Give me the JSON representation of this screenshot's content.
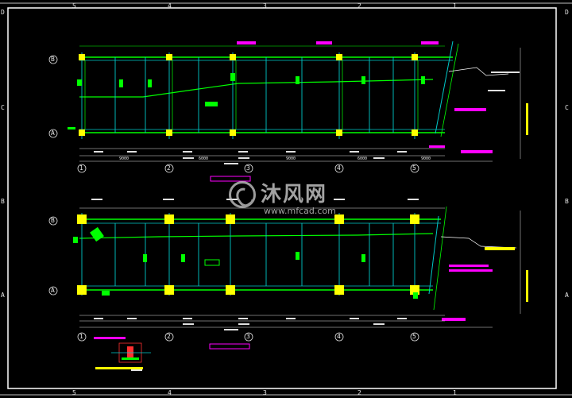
{
  "frame": {
    "top_labels": [
      "5",
      "4",
      "3",
      "2",
      "1"
    ],
    "left_labels": [
      "D",
      "C",
      "B",
      "A"
    ],
    "right_labels": [
      "D",
      "C",
      "B",
      "A"
    ]
  },
  "plans": {
    "axis_numbers": [
      "1",
      "2",
      "3",
      "4",
      "5"
    ],
    "row_axis": [
      "B",
      "A"
    ],
    "bottom_dims": [
      "9000",
      "6000",
      "9000",
      "6000",
      "9000"
    ]
  },
  "watermark": {
    "brand": "沐风网",
    "url": "www.mfcad.com"
  },
  "colors": {
    "background": "#000000",
    "border": "#ffffff",
    "beam_green": "#00ff00",
    "grid_cyan": "#00c8c8",
    "column_yellow": "#ffff00",
    "tag_magenta": "#ff00ff",
    "dim_red": "#ff3030"
  }
}
